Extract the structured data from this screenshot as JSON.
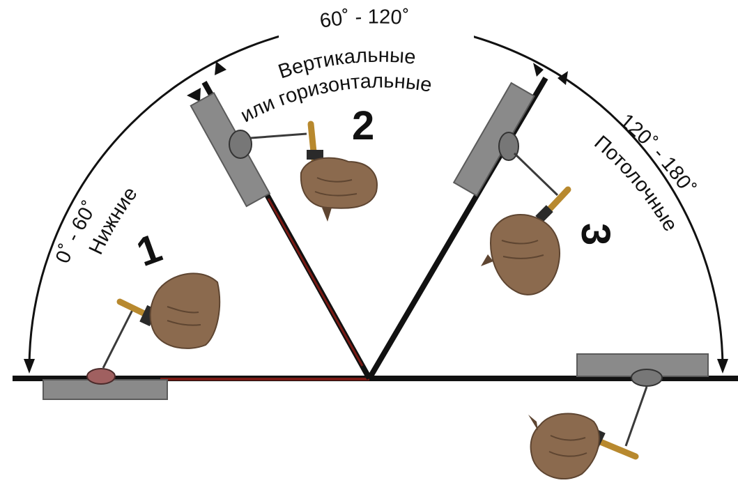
{
  "diagram": {
    "zones": [
      {
        "id": "lower",
        "range": "0˚ - 60˚",
        "name": "Нижние",
        "number": "1"
      },
      {
        "id": "vertical",
        "range": "60˚ - 120˚",
        "name_line1": "Вертикальные",
        "name_line2": "или горизонтальные",
        "number": "2"
      },
      {
        "id": "ceiling",
        "range": "120˚ - 180˚",
        "name": "Потолочные",
        "number": "3"
      }
    ]
  },
  "colors": {
    "line": "#111111",
    "plate": "#8a8a8a",
    "plate_edge": "#5a5a5a",
    "rod": "#3a3a3a",
    "holder": "#b8892e",
    "hand": "#8b6a4e",
    "hand_dark": "#5e4531",
    "seam": "#7a1a14"
  },
  "icons": [
    "welder-hand-icon",
    "electrode-holder-icon",
    "weld-plate-icon",
    "arrow-icon"
  ]
}
